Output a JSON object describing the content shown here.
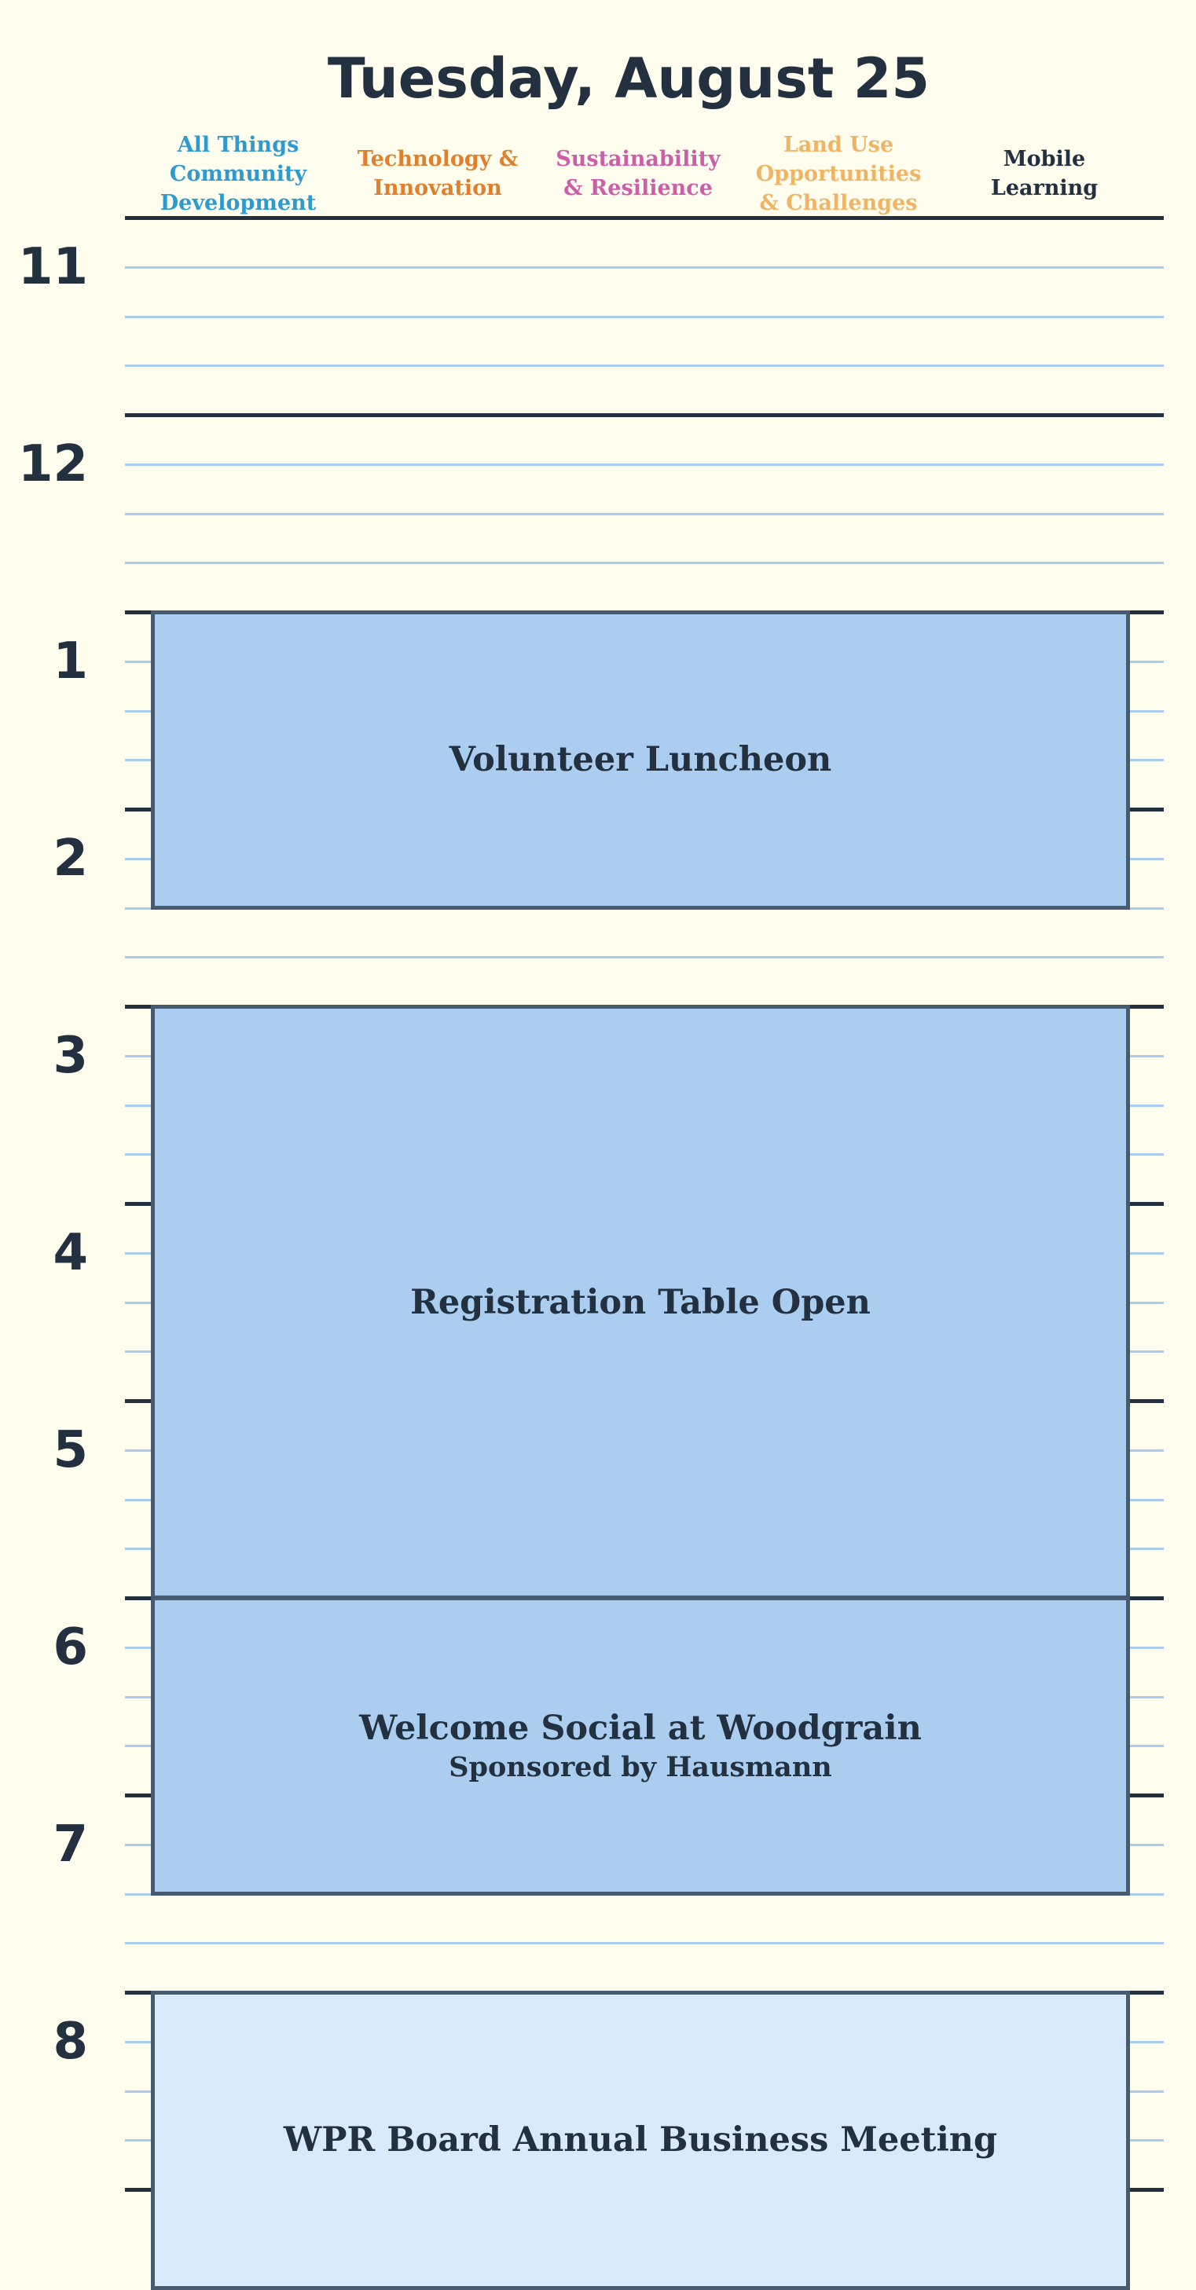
{
  "header": {
    "title": "Tuesday, August 25"
  },
  "tracks": [
    {
      "label_lines": [
        "All Things",
        "Community",
        "Development"
      ],
      "color": "#2e9bd0"
    },
    {
      "label_lines": [
        "Technology &",
        "Innovation"
      ],
      "color": "#e07f2c"
    },
    {
      "label_lines": [
        "Sustainability",
        "& Resilience"
      ],
      "color": "#cc5fa8"
    },
    {
      "label_lines": [
        "Land Use",
        "Opportunities",
        "& Challenges"
      ],
      "color": "#f0b466"
    },
    {
      "label_lines": [
        "Mobile",
        "Learning"
      ],
      "color": "#22303f"
    }
  ],
  "hours": [
    "11",
    "12",
    "1",
    "2",
    "3",
    "4",
    "5",
    "6",
    "7",
    "8"
  ],
  "events": [
    {
      "title": "Volunteer Luncheon",
      "subtitle": "",
      "start": 12,
      "end": 13.5,
      "fill": "#abcdf0"
    },
    {
      "title": "Registration Table Open",
      "subtitle": "",
      "start": 14,
      "end": 17,
      "fill": "#abcdf0"
    },
    {
      "title": "Welcome Social at Woodgrain",
      "subtitle": "Sponsored by Hausmann",
      "start": 17,
      "end": 18.5,
      "fill": "#abcdf0"
    },
    {
      "title": "WPR Board Annual Business Meeting",
      "subtitle": "",
      "start": 19,
      "end": 20.5,
      "fill": "#d8eafc"
    }
  ],
  "colors": {
    "text": "#22303f",
    "background": "#fffdee",
    "grid": "#a9cbee",
    "border": "#465a70"
  }
}
